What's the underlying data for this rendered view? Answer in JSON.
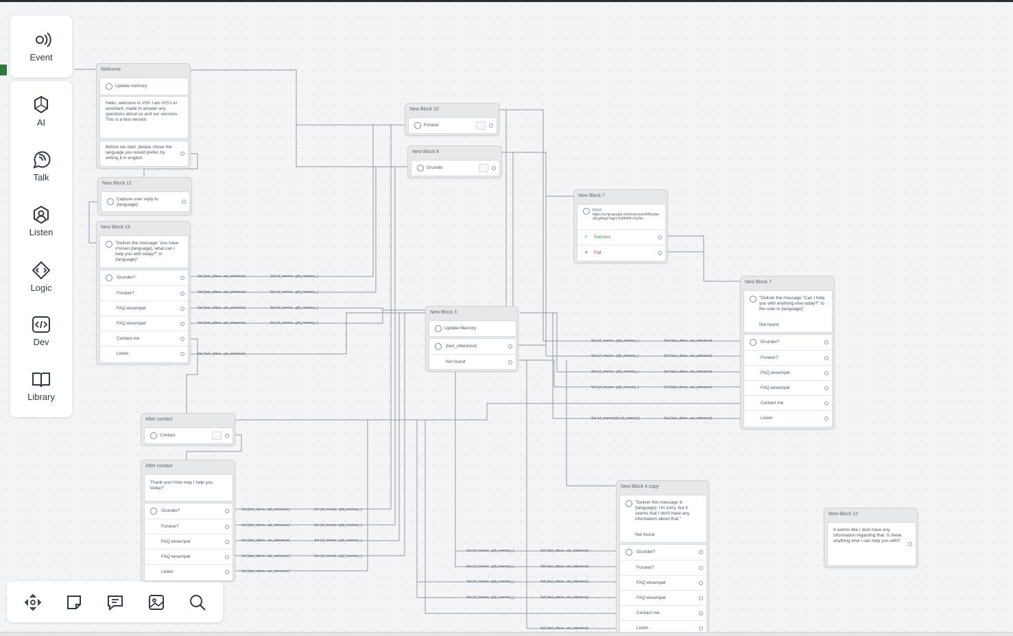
{
  "sidebar": {
    "event": "Event",
    "ai": "AI",
    "talk": "Talk",
    "listen": "Listen",
    "logic": "Logic",
    "dev": "Dev",
    "library": "Library"
  },
  "bottom_toolbar": {
    "icons": [
      "move-icon",
      "note-icon",
      "comment-icon",
      "image-icon",
      "search-icon"
    ]
  },
  "blocks": {
    "welcome": {
      "title": "Welcome",
      "step1": "Update memory",
      "step2": "Hello, welcome to VIS! I am VIS's AI assistant, made to answer any questions about us and our services. This is a test version.",
      "step3": "Before we start, please chose the language you would prefer, by writing it in english."
    },
    "nb12a": {
      "title": "New Block 12",
      "step": "Capture user reply to {language}"
    },
    "nb13": {
      "title": "New Block 13",
      "message": "\"Deliver the message \"you have chosen {language}, what can I help you with today?\" in {language}\"",
      "rows": [
        "Grunder?",
        "Forsker?",
        "FAQ eksempel",
        "FAQ eksempel",
        "Contact me",
        "Listen"
      ]
    },
    "nb10": {
      "title": "New Block 10",
      "step": "Forsker"
    },
    "nb8": {
      "title": "New Block 8",
      "step": "Grunder"
    },
    "nb7a": {
      "title": "New Block 7",
      "method": "POST",
      "url": "https://script.google.com/macros/s/AKfycbwd3Lgl4sq2?ogr17m9fhf2Fl-Py2W...",
      "success": "Success",
      "fail": "Fail"
    },
    "nb7b": {
      "title": "New Block 7",
      "message": "\"Deliver the message \"Can I help you with anything else today?\" to the user in {language}\"",
      "notfound": "Not found",
      "rows": [
        "Grunder?",
        "Forsker?",
        "FAQ eksempel",
        "FAQ eksempel",
        "Contact me",
        "Listen"
      ]
    },
    "nb3": {
      "title": "New Block 3",
      "step1": "Update Memory",
      "step2": "{last_utterance}",
      "notfound": "Not found"
    },
    "after1": {
      "title": "After contact",
      "step": "Contact"
    },
    "after2": {
      "title": "After contact",
      "message": "Thank you! How may I help you today?",
      "rows": [
        "Grunder?",
        "Forsker?",
        "FAQ eksempel",
        "FAQ eksempel",
        "Listen"
      ]
    },
    "nb4copy": {
      "title": "New Block 4 copy",
      "message": "\"Deliver this message in {language}: I'm sorry, but it seems that I don't have any information about that.\"",
      "notfound": "Not found",
      "rows": [
        "Grunder?",
        "Forsker?",
        "FAQ eksempel",
        "FAQ eksempel",
        "Contact me",
        "Listen"
      ]
    },
    "nb12b": {
      "title": "New Block 12",
      "message": "It seems like I dont have any information regarding that. Is there anything else I can help you with?"
    }
  },
  "chips": {
    "a": "Set {last_uttera...ast_utterance}",
    "b": "Set {vf_memor...gify_memory_}",
    "c": "Set {vf_memor...gify_memory_}",
    "d": "Set {last_uttera...ast_utterance}",
    "e": "Set {vf_memory}to {vf_memory}"
  }
}
